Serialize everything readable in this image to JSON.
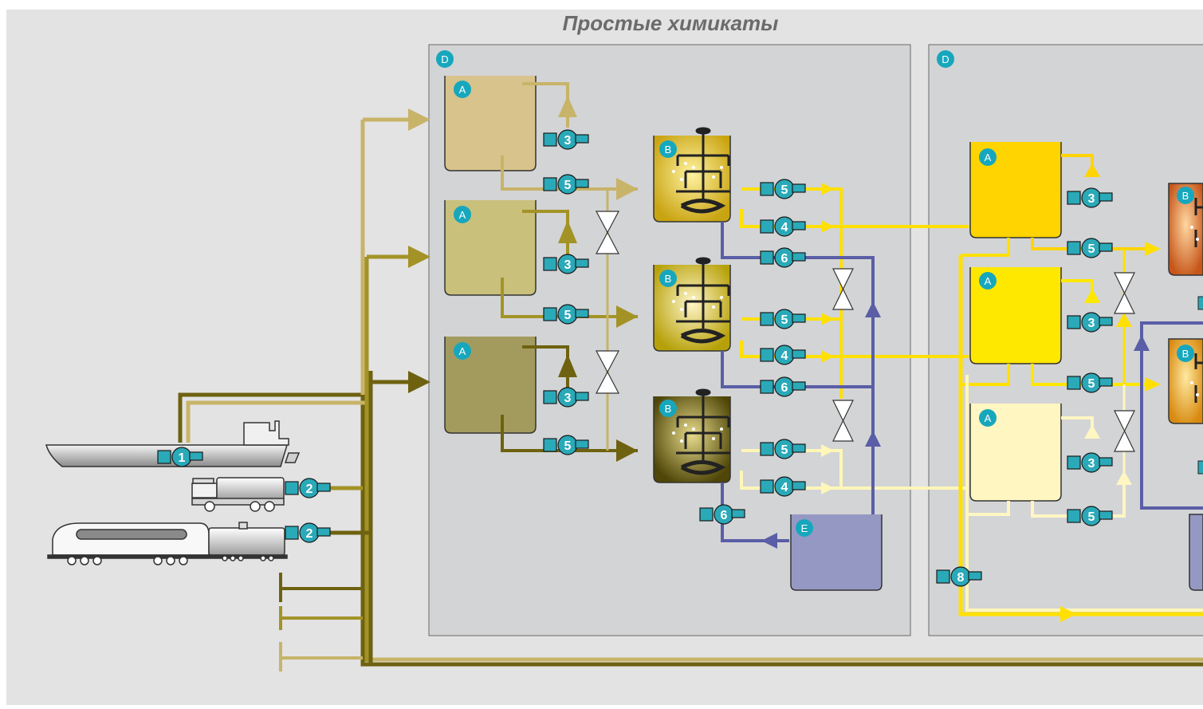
{
  "title": "Простые химикаты",
  "colors": {
    "background": "#e3e3e4",
    "panel": "#d3d4d6",
    "tan": "#c8b469",
    "olive": "#a39326",
    "dark_olive": "#6e6210",
    "yellow": "#ffe000",
    "pale_yellow": "#fff6b8",
    "blue": "#5a5ea6",
    "pump": "#2aa9b8",
    "badge": "#17a7bd"
  },
  "markers": {
    "D": "D",
    "A": "A",
    "B": "B",
    "E": "E"
  },
  "pumps": {
    "p1": "1",
    "p2": "2",
    "p3": "3",
    "p4": "4",
    "p5": "5",
    "p6": "6",
    "p8": "8"
  }
}
